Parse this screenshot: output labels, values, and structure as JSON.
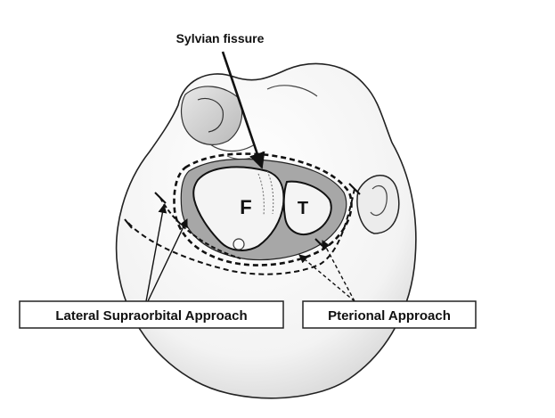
{
  "labels": {
    "sylvian": "Sylvian fissure",
    "frontal": "F",
    "temporal": "T",
    "lateral_supraorbital": "Lateral Supraorbital Approach",
    "pterional": "Pterional Approach"
  },
  "colors": {
    "ink": "#111111",
    "exposure_fill": "#9a9a9a",
    "inner_fill": "#bdbdbd",
    "lobe_fill": "#f4f4f4",
    "head_shade": "#d2d2d2"
  }
}
